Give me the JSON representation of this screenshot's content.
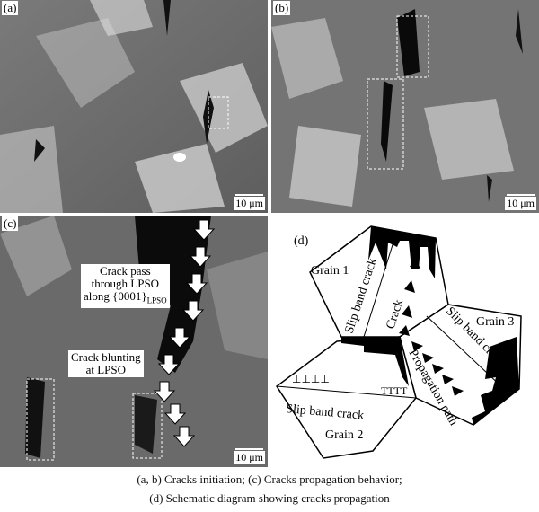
{
  "panels": {
    "a": {
      "label": "(a)",
      "scale": "10 μm"
    },
    "b": {
      "label": "(b)",
      "scale": "10 μm"
    },
    "c": {
      "label": "(c)",
      "scale": "10 μm",
      "annotation1": [
        "Crack pass",
        "through LPSO",
        "along {0001}",
        "LPSO"
      ],
      "annotation2": [
        "Crack blunting",
        "at LPSO"
      ]
    },
    "d": {
      "label": "(d)",
      "grain1": "Grain 1",
      "grain2": "Grain 2",
      "grain3": "Grain 3",
      "slip1": "Slip band crack",
      "slip2": "Slip band crack",
      "slip3": "Slip band crack",
      "crack": "Crack",
      "path": "Propagation path",
      "dislocations": "⊥⊥⊥⊥",
      "dislocations_t": "TTTT"
    }
  },
  "caption": {
    "line1": "(a, b) Cracks initiation; (c) Cracks propagation behavior;",
    "line2": "(d) Schematic diagram showing cracks propagation"
  }
}
